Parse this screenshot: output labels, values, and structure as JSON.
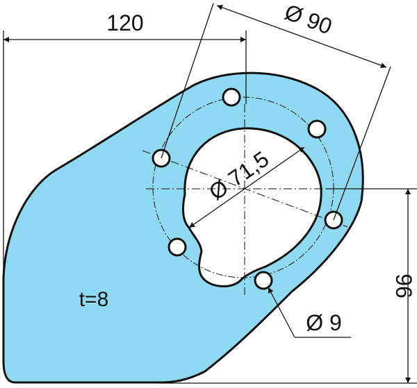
{
  "colors": {
    "plate_fill": "#8fd9f2",
    "outline": "#111111",
    "background": "#ffffff"
  },
  "dimensions": {
    "width_120": "120",
    "bolt_circle": "Ø 90",
    "bore": "Ø 71,5",
    "hole": "Ø 9",
    "height_96": "96"
  },
  "annotations": {
    "thickness": "t=8"
  }
}
